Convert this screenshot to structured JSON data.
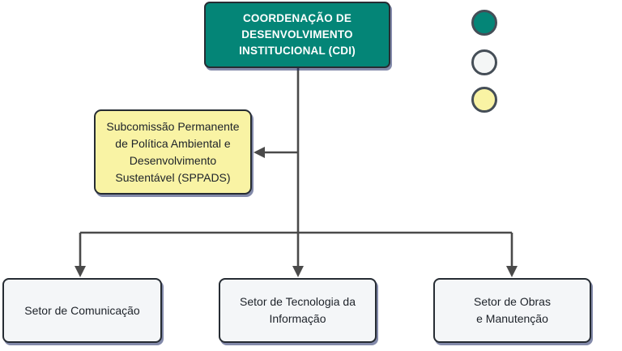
{
  "org_chart": {
    "root": {
      "lines": [
        "COORDENAÇÃO DE",
        "DESENVOLVIMENTO",
        "INSTITUCIONAL (CDI)"
      ],
      "fill": "#048577",
      "text_color": "#FFFFFF"
    },
    "subcommittee": {
      "lines": [
        "Subcomissão Permanente",
        "de Política Ambiental e",
        "Desenvolvimento",
        "Sustentável (SPPADS)"
      ],
      "fill": "#F9F3A4",
      "text_color": "#1D2229"
    },
    "sectors": [
      {
        "lines": [
          "Setor de Comunicação"
        ]
      },
      {
        "lines": [
          "Setor de Tecnologia da",
          "Informação"
        ]
      },
      {
        "lines": [
          "Setor de Obras",
          "e Manutenção"
        ]
      }
    ],
    "sector_fill": "#F4F6F8",
    "node_border_color": "#262C33"
  },
  "legend_dots": [
    {
      "name": "teal-dot",
      "color": "#048577"
    },
    {
      "name": "white-dot",
      "color": "#F4F6F6"
    },
    {
      "name": "yellow-dot",
      "color": "#F9F3A4"
    }
  ],
  "legend_dot_border_color": "#454E57",
  "connector_color": "#4A4A4A"
}
